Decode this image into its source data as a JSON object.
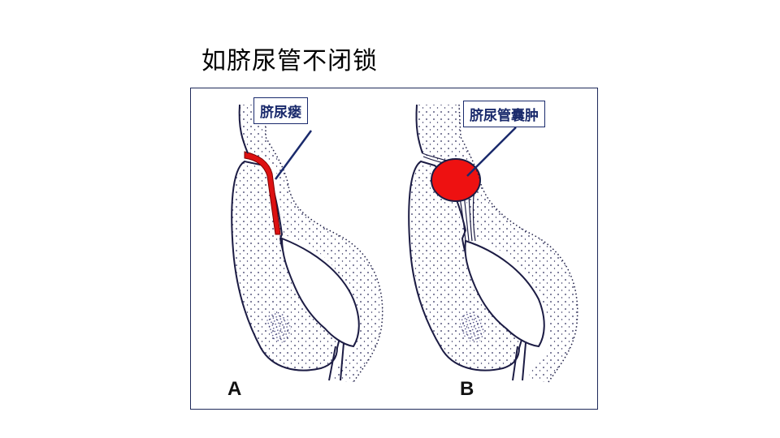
{
  "slide": {
    "title": "如脐尿管不闭锁"
  },
  "figure": {
    "panel_a": {
      "letter": "A",
      "label": "脐尿瘘",
      "highlight_color": "#dd1111"
    },
    "panel_b": {
      "letter": "B",
      "label": "脐尿管囊肿",
      "highlight_color": "#ee1111"
    },
    "outline_color": "#1c1c44",
    "callout_color": "#1a2a6c"
  }
}
